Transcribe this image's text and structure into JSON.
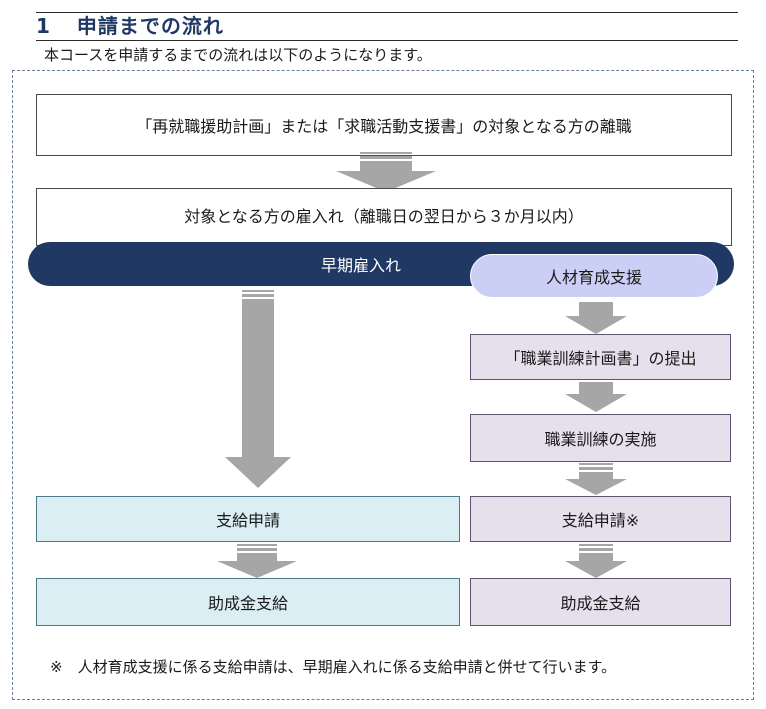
{
  "section": {
    "number": "1",
    "title": "申請までの流れ",
    "intro": "本コースを申請するまでの流れは以下のようになります。"
  },
  "flow": {
    "separation": "「再就職援助計画」または「求職活動支援書」の対象となる方の離職",
    "hiring": "対象となる方の雇入れ（離職日の翌日から３か月以内）",
    "early_hiring": "早期雇入れ",
    "left_column": {
      "apply": "支給申請",
      "payment": "助成金支給"
    },
    "right_column": {
      "header": "人材育成支援",
      "plan_submission": "「職業訓練計画書」の提出",
      "training": "職業訓練の実施",
      "apply": "支給申請※",
      "payment": "助成金支給"
    }
  },
  "note": "※　人材育成支援に係る支給申請は、早期雇入れに係る支給申請と併せて行います。",
  "colors": {
    "band": "#1f3864",
    "cyan_box": "#daeef3",
    "lavender_box": "#e6e0ec",
    "pill": "#cccff5",
    "arrow": "#a6a6a6"
  }
}
